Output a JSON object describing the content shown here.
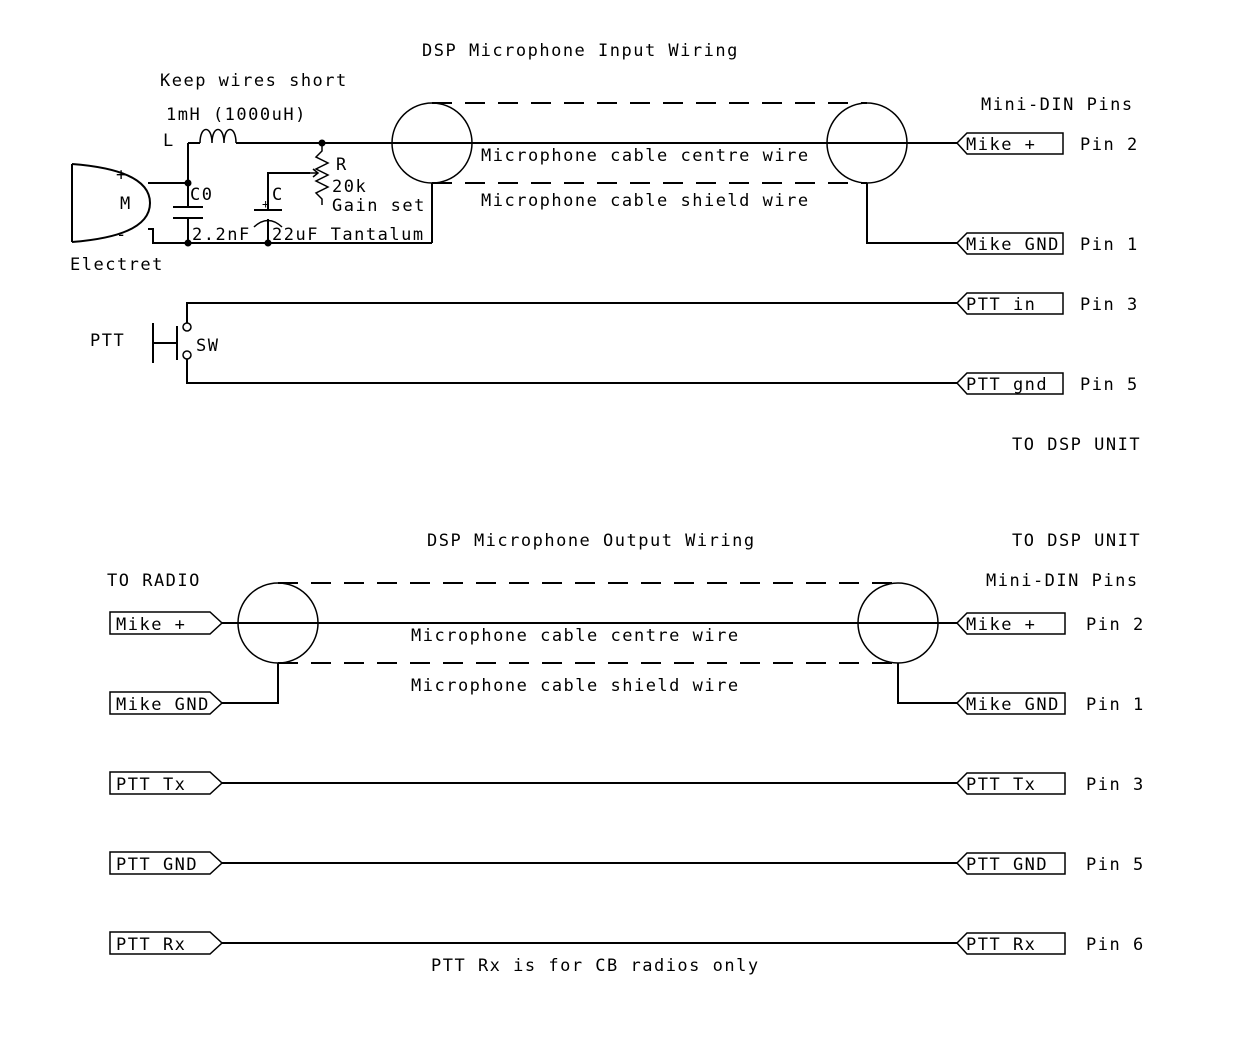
{
  "input_section": {
    "title": "DSP Microphone Input Wiring",
    "note_keep_short": "Keep wires short",
    "inductor_value": "1mH (1000uH)",
    "inductor_ref": "L",
    "mic_plus": "+",
    "mic_minus": "-",
    "mic_ref": "M",
    "mic_type": "Electret",
    "c0_ref": "C0",
    "c0_value": "2.2nF",
    "c_ref": "C",
    "c_plus": "+",
    "c_value": "22uF Tantalum",
    "r_ref": "R",
    "r_value": "20k",
    "r_desc": "Gain set",
    "centre_wire": "Microphone cable centre wire",
    "shield_wire": "Microphone cable shield wire",
    "pins_header": "Mini-DIN Pins",
    "ptt_label": "PTT",
    "sw_ref": "SW",
    "destination": "TO DSP UNIT",
    "connectors": [
      {
        "label": "Mike +",
        "pin": "Pin 2"
      },
      {
        "label": "Mike GND",
        "pin": "Pin 1"
      },
      {
        "label": "PTT in",
        "pin": "Pin 3"
      },
      {
        "label": "PTT gnd",
        "pin": "Pin 5"
      }
    ]
  },
  "output_section": {
    "title": "DSP Microphone Output Wiring",
    "left_destination": "TO RADIO",
    "right_destination": "TO DSP UNIT",
    "pins_header": "Mini-DIN Pins",
    "centre_wire": "Microphone cable centre wire",
    "shield_wire": "Microphone cable shield wire",
    "note": "PTT Rx is for CB radios only",
    "left_connectors": [
      {
        "label": "Mike +"
      },
      {
        "label": "Mike GND"
      },
      {
        "label": "PTT Tx"
      },
      {
        "label": "PTT GND"
      },
      {
        "label": "PTT Rx"
      }
    ],
    "right_connectors": [
      {
        "label": "Mike +",
        "pin": "Pin 2"
      },
      {
        "label": "Mike GND",
        "pin": "Pin 1"
      },
      {
        "label": "PTT Tx",
        "pin": "Pin 3"
      },
      {
        "label": "PTT GND",
        "pin": "Pin 5"
      },
      {
        "label": "PTT Rx",
        "pin": "Pin 6"
      }
    ]
  }
}
